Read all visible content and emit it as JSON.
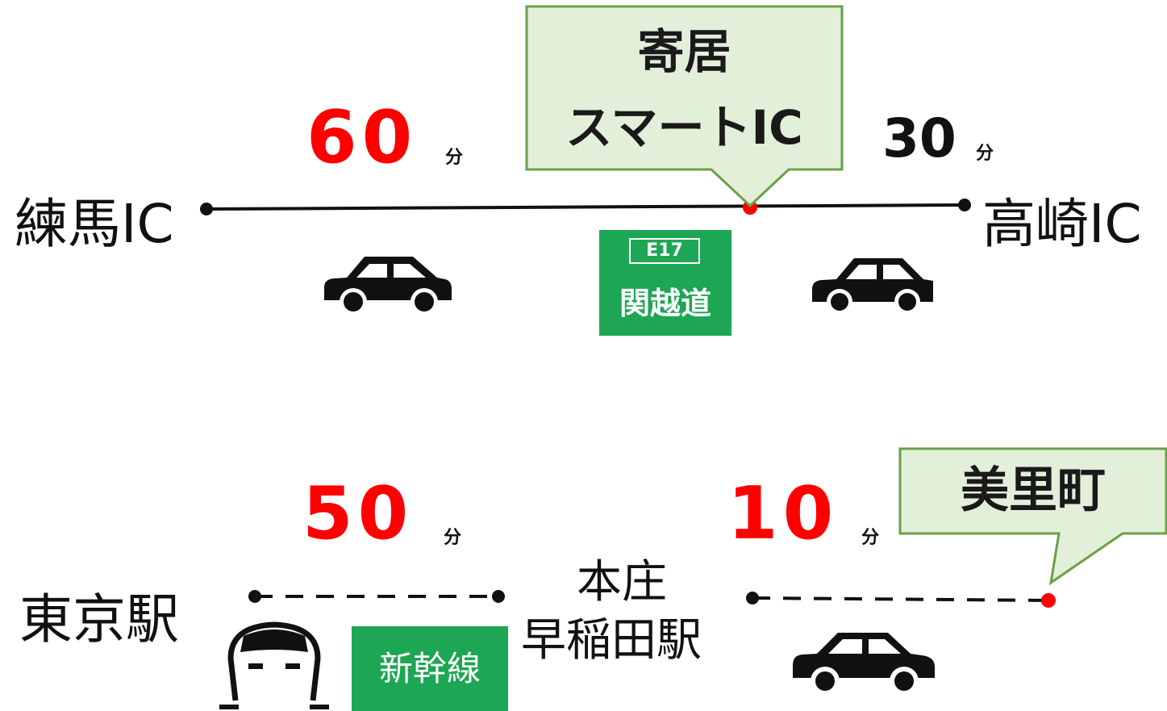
{
  "colors": {
    "accent_red": "#ff0000",
    "callout_fill": "#e2efd9",
    "callout_border": "#6aa146",
    "sign_green": "#1da654"
  },
  "route1": {
    "start": "練馬IC",
    "end": "高崎IC",
    "time1": "60",
    "time1_unit": "分",
    "time2": "30",
    "time2_unit": "分",
    "callout_line1": "寄居",
    "callout_line2": "スマートIC",
    "sign_code": "E17",
    "sign_name": "関越道",
    "icons": [
      "car-icon",
      "car-icon"
    ]
  },
  "route2": {
    "start": "東京駅",
    "mid_line1": "本庄",
    "mid_line2": "早稲田駅",
    "time1": "50",
    "time1_unit": "分",
    "time2": "10",
    "time2_unit": "分",
    "callout": "美里町",
    "sign_name": "新幹線",
    "icons": [
      "shinkansen-icon",
      "car-icon"
    ]
  }
}
